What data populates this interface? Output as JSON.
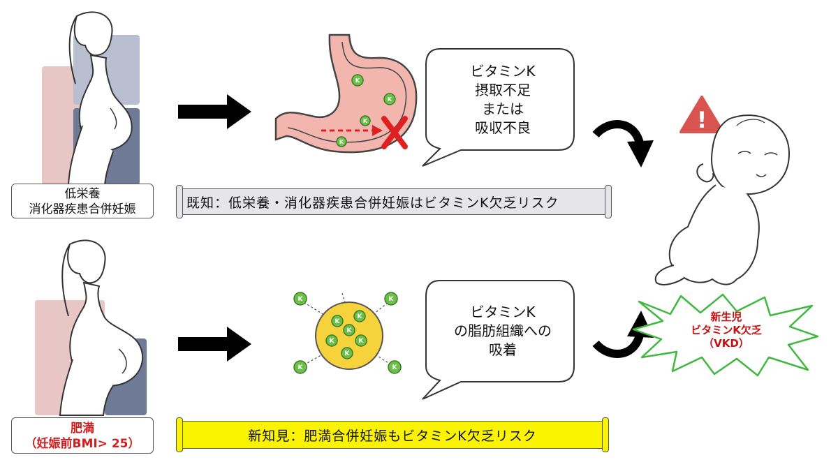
{
  "top_row": {
    "label_line1": "低栄養",
    "label_line2": "消化器疾患合併妊娠",
    "bubble": [
      "ビタミンK",
      "摂取不足",
      "または",
      "吸収不良"
    ],
    "banner": "既知：低栄養・消化器疾患合併妊娠はビタミンK欠乏リスク",
    "vitamin_marker": "K"
  },
  "bottom_row": {
    "label_line1": "肥満",
    "label_line2": "（妊娠前BMI> 25）",
    "bubble": [
      "ビタミンK",
      "の脂肪組織への",
      "吸着"
    ],
    "banner": "新知見：肥満合併妊娠もビタミンK欠乏リスク",
    "vitamin_marker": "K"
  },
  "outcome": {
    "line1": "新生児",
    "line2": "ビタミンK欠乏",
    "line3": "（VKD）",
    "warning_symbol": "!"
  },
  "colors": {
    "stomach_fill": "#f2b6ae",
    "vitamin_green": "#6cc04a",
    "fat_yellow": "#f6d23c",
    "danger_red": "#e02020",
    "warning_red": "#d9534f",
    "banner_yellow": "#fbf400",
    "banner_gray": "#e6e6ea",
    "starburst_green": "#3fb83f"
  }
}
